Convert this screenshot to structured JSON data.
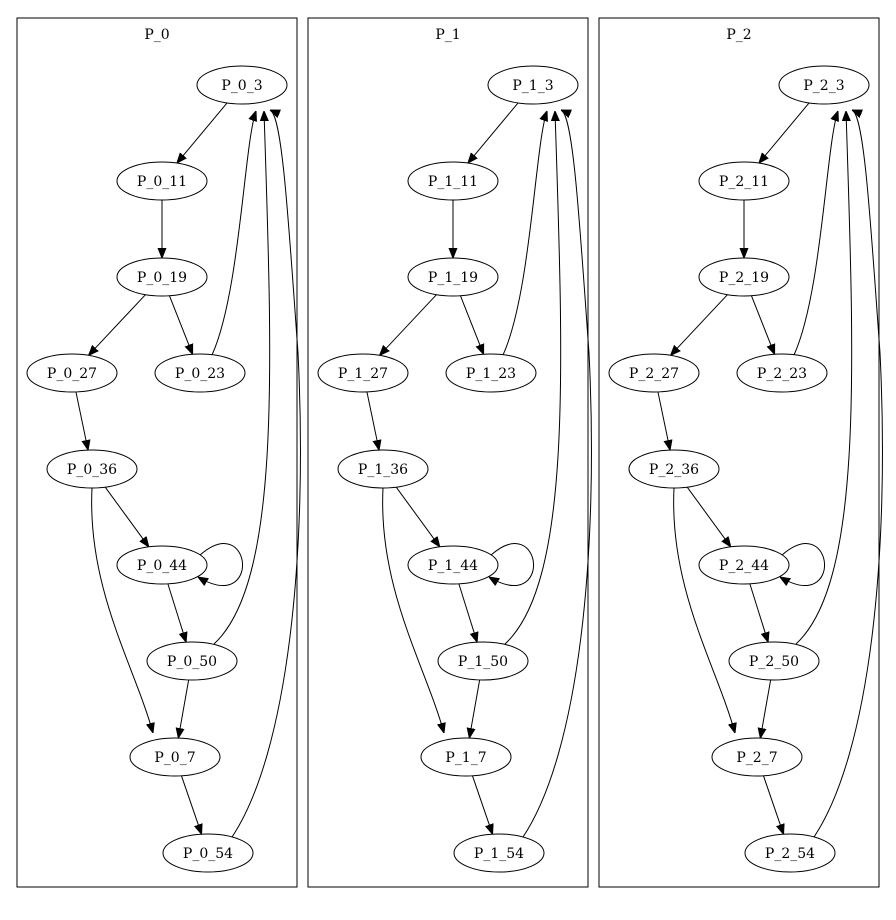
{
  "clusters": [
    {
      "label": "P_0",
      "nodes": [
        "P_0_3",
        "P_0_11",
        "P_0_19",
        "P_0_27",
        "P_0_23",
        "P_0_36",
        "P_0_44",
        "P_0_50",
        "P_0_7",
        "P_0_54"
      ],
      "edges": [
        [
          "P_0_3",
          "P_0_11"
        ],
        [
          "P_0_11",
          "P_0_19"
        ],
        [
          "P_0_19",
          "P_0_27"
        ],
        [
          "P_0_19",
          "P_0_23"
        ],
        [
          "P_0_23",
          "P_0_3"
        ],
        [
          "P_0_27",
          "P_0_36"
        ],
        [
          "P_0_36",
          "P_0_44"
        ],
        [
          "P_0_36",
          "P_0_7"
        ],
        [
          "P_0_44",
          "P_0_44"
        ],
        [
          "P_0_44",
          "P_0_50"
        ],
        [
          "P_0_50",
          "P_0_3"
        ],
        [
          "P_0_50",
          "P_0_7"
        ],
        [
          "P_0_7",
          "P_0_54"
        ],
        [
          "P_0_54",
          "P_0_3"
        ]
      ]
    },
    {
      "label": "P_1",
      "nodes": [
        "P_1_3",
        "P_1_11",
        "P_1_19",
        "P_1_27",
        "P_1_23",
        "P_1_36",
        "P_1_44",
        "P_1_50",
        "P_1_7",
        "P_1_54"
      ],
      "edges": [
        [
          "P_1_3",
          "P_1_11"
        ],
        [
          "P_1_11",
          "P_1_19"
        ],
        [
          "P_1_19",
          "P_1_27"
        ],
        [
          "P_1_19",
          "P_1_23"
        ],
        [
          "P_1_23",
          "P_1_3"
        ],
        [
          "P_1_27",
          "P_1_36"
        ],
        [
          "P_1_36",
          "P_1_44"
        ],
        [
          "P_1_36",
          "P_1_7"
        ],
        [
          "P_1_44",
          "P_1_44"
        ],
        [
          "P_1_44",
          "P_1_50"
        ],
        [
          "P_1_50",
          "P_1_3"
        ],
        [
          "P_1_50",
          "P_1_7"
        ],
        [
          "P_1_7",
          "P_1_54"
        ],
        [
          "P_1_54",
          "P_1_3"
        ]
      ]
    },
    {
      "label": "P_2",
      "nodes": [
        "P_2_3",
        "P_2_11",
        "P_2_19",
        "P_2_27",
        "P_2_23",
        "P_2_36",
        "P_2_44",
        "P_2_50",
        "P_2_7",
        "P_2_54"
      ],
      "edges": [
        [
          "P_2_3",
          "P_2_11"
        ],
        [
          "P_2_11",
          "P_2_19"
        ],
        [
          "P_2_19",
          "P_2_27"
        ],
        [
          "P_2_19",
          "P_2_23"
        ],
        [
          "P_2_23",
          "P_2_3"
        ],
        [
          "P_2_27",
          "P_2_36"
        ],
        [
          "P_2_36",
          "P_2_44"
        ],
        [
          "P_2_36",
          "P_2_7"
        ],
        [
          "P_2_44",
          "P_2_44"
        ],
        [
          "P_2_44",
          "P_2_50"
        ],
        [
          "P_2_50",
          "P_2_3"
        ],
        [
          "P_2_50",
          "P_2_7"
        ],
        [
          "P_2_7",
          "P_2_54"
        ],
        [
          "P_2_54",
          "P_2_3"
        ]
      ]
    }
  ]
}
